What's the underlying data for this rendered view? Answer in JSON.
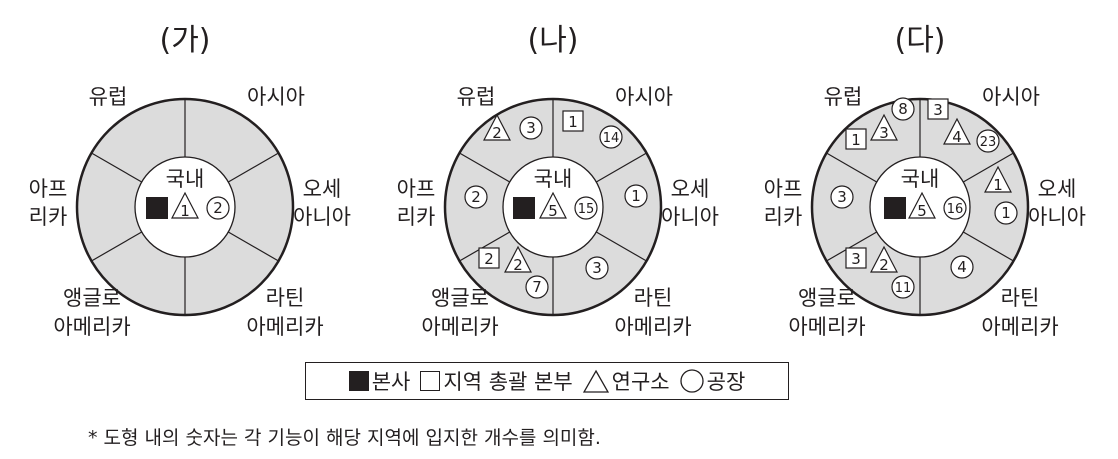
{
  "diagrams": [
    {
      "title": "(가)",
      "regions": {
        "domestic": [
          {
            "type": "hq"
          },
          {
            "type": "lab",
            "value": "1"
          },
          {
            "type": "factory",
            "value": "2"
          }
        ],
        "europe": [],
        "asia": [],
        "africa": [],
        "oceania": [],
        "latin": [],
        "anglo": []
      }
    },
    {
      "title": "(나)",
      "regions": {
        "domestic": [
          {
            "type": "hq"
          },
          {
            "type": "lab",
            "value": "5"
          },
          {
            "type": "factory",
            "value": "15"
          }
        ],
        "europe": [
          {
            "type": "lab",
            "value": "2"
          },
          {
            "type": "factory",
            "value": "3"
          }
        ],
        "asia": [
          {
            "type": "regional",
            "value": "1"
          },
          {
            "type": "factory",
            "value": "14"
          }
        ],
        "africa": [
          {
            "type": "factory",
            "value": "2"
          }
        ],
        "oceania": [
          {
            "type": "factory",
            "value": "1"
          }
        ],
        "latin": [
          {
            "type": "factory",
            "value": "3"
          }
        ],
        "anglo": [
          {
            "type": "regional",
            "value": "2"
          },
          {
            "type": "lab",
            "value": "2"
          },
          {
            "type": "factory",
            "value": "7"
          }
        ]
      }
    },
    {
      "title": "(다)",
      "regions": {
        "domestic": [
          {
            "type": "hq"
          },
          {
            "type": "lab",
            "value": "5"
          },
          {
            "type": "factory",
            "value": "16"
          }
        ],
        "europe": [
          {
            "type": "factory",
            "value": "8"
          },
          {
            "type": "lab",
            "value": "3"
          },
          {
            "type": "regional",
            "value": "1"
          }
        ],
        "asia": [
          {
            "type": "regional",
            "value": "3"
          },
          {
            "type": "lab",
            "value": "4"
          },
          {
            "type": "factory",
            "value": "23"
          }
        ],
        "africa": [
          {
            "type": "factory",
            "value": "3"
          }
        ],
        "oceania": [
          {
            "type": "lab",
            "value": "1"
          },
          {
            "type": "factory",
            "value": "1"
          }
        ],
        "latin": [
          {
            "type": "factory",
            "value": "4"
          }
        ],
        "anglo": [
          {
            "type": "regional",
            "value": "3"
          },
          {
            "type": "lab",
            "value": "2"
          },
          {
            "type": "factory",
            "value": "11"
          }
        ]
      }
    }
  ],
  "labels": {
    "domestic": "국내",
    "europe": "유럽",
    "asia": "아시아",
    "africa": [
      "아프",
      "리카"
    ],
    "oceania": [
      "오세",
      "아니아"
    ],
    "anglo": [
      "앵글로",
      "아메리카"
    ],
    "latin": [
      "라틴",
      "아메리카"
    ]
  },
  "legend": {
    "hq": "본사",
    "regional": "지역 총괄 본부",
    "lab": "연구소",
    "factory": "공장"
  },
  "footnote": "* 도형 내의 숫자는 각 기능이 해당 지역에 입지한 개수를 의미함.",
  "colors": {
    "ring": "#dcdcdc",
    "ink": "#231f20"
  }
}
